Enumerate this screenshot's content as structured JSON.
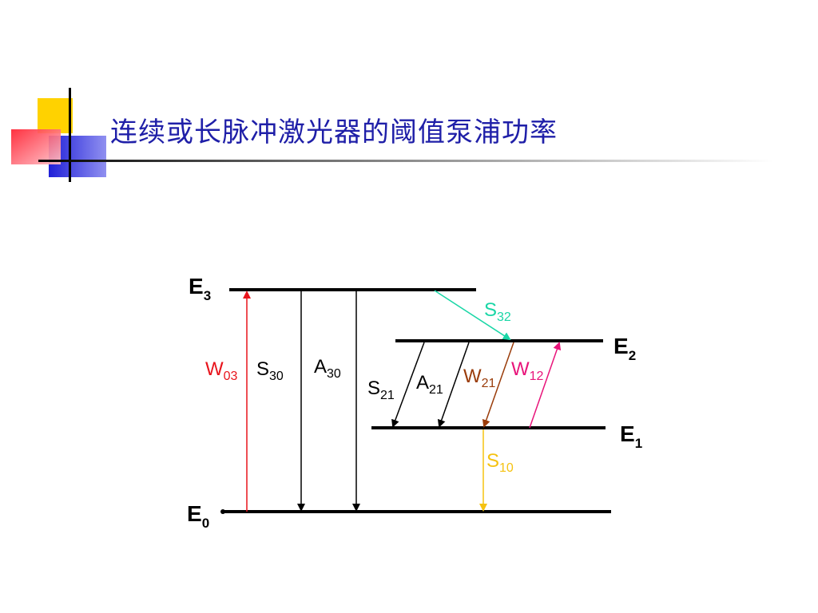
{
  "slide": {
    "title": "连续或长脉冲激光器的阈值泵浦功率"
  },
  "diagram": {
    "levels": {
      "E3": {
        "base": "E",
        "sub": "3"
      },
      "E2": {
        "base": "E",
        "sub": "2"
      },
      "E1": {
        "base": "E",
        "sub": "1"
      },
      "E0": {
        "base": "E",
        "sub": "0"
      }
    },
    "transitions": {
      "W03": {
        "base": "W",
        "sub": "03",
        "color": "#e8141c"
      },
      "S30": {
        "base": "S",
        "sub": "30",
        "color": "#000000"
      },
      "A30": {
        "base": "A",
        "sub": "30",
        "color": "#000000"
      },
      "S32": {
        "base": "S",
        "sub": "32",
        "color": "#19d6a6"
      },
      "S21": {
        "base": "S",
        "sub": "21",
        "color": "#000000"
      },
      "A21": {
        "base": "A",
        "sub": "21",
        "color": "#000000"
      },
      "W21": {
        "base": "W",
        "sub": "21",
        "color": "#9a3c0a"
      },
      "W12": {
        "base": "W",
        "sub": "12",
        "color": "#e8147a"
      },
      "S10": {
        "base": "S",
        "sub": "10",
        "color": "#f5c211"
      }
    }
  },
  "colors": {
    "title": "#1f1fa8",
    "deco_yellow": "#ffd200",
    "deco_blue": "#2a2ae0",
    "deco_red": "#ff3b4a"
  }
}
